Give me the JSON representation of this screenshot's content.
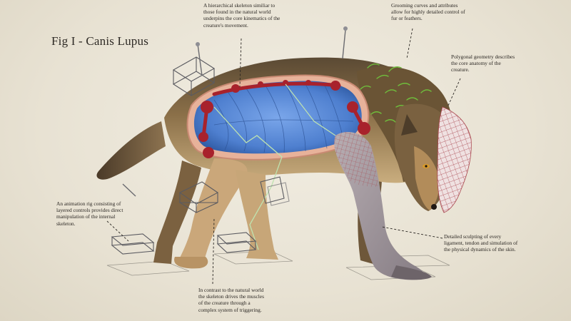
{
  "figure": {
    "title": "Fig I - Canis Lupus"
  },
  "annotations": {
    "skeleton": "A hierarchical skeleton similiar to those found in the natural world underpins the core kinematics of the creature's movement.",
    "grooming": "Grooming curves and attributes allow for highly detailed control of fur or feathers.",
    "geometry": "Polygonal geometry describes the core anatomy of the creature.",
    "rig": "An animation rig consisting of layered controls provides direct manipulation of the internal skeleton.",
    "contrast": "In contrast to the natural world the skeleton drives the muscles of the creature through a complex system of triggering.",
    "sculpt": "Detailed sculpting of every ligament, tendon and simulation of the physical dynamics of the skin."
  },
  "colors": {
    "paper": "#ebe6d9",
    "fur_dark": "#5e4a30",
    "fur_mid": "#8a6f48",
    "fur_light": "#c9ad7e",
    "muscle_blue": "#4e7fcf",
    "bone_red": "#a8222c",
    "flesh": "#e7b29a",
    "mesh_red": "#a8444c",
    "sculpt_grey": "#9a9298",
    "groom_green": "#6fbe3c",
    "rig_line": "#5a5a60",
    "skeleton_line": "#bfe3b0"
  }
}
